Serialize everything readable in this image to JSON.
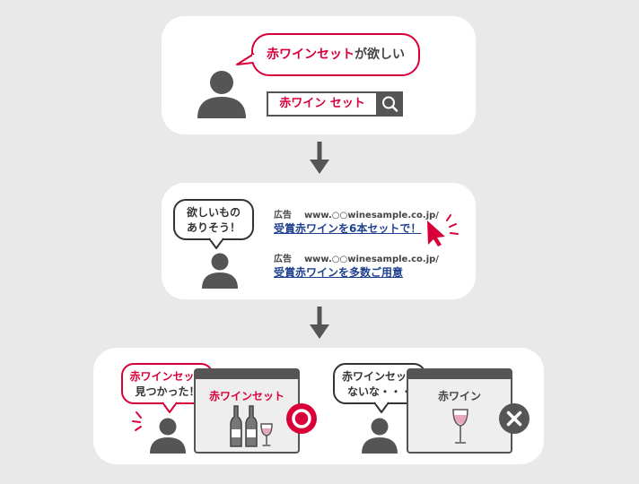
{
  "step1": {
    "bubble_highlight": "赤ワインセット",
    "bubble_rest": "が欲しい",
    "search_query": "赤ワイン セット",
    "search_icon": "search-icon"
  },
  "step2": {
    "bubble_line1": "欲しいもの",
    "bubble_line2": "ありそう！",
    "ads": [
      {
        "label": "広告",
        "url": "www.○○winesample.co.jp/",
        "title": "受賞赤ワインを6本セットで！"
      },
      {
        "label": "広告",
        "url": "www.○○winesample.co.jp/",
        "title": "受賞赤ワインを多数ご用意"
      }
    ],
    "cursor_icon": "cursor-arrow-icon"
  },
  "step3": {
    "good": {
      "bubble_line1": "赤ワインセット",
      "bubble_line2": "見つかった！",
      "page_title": "赤ワインセット",
      "mark_icon": "circle-check-icon"
    },
    "bad": {
      "bubble_line1": "赤ワインセット",
      "bubble_line2": "ないな・・・",
      "page_title": "赤ワイン",
      "mark_icon": "cross-icon"
    }
  },
  "colors": {
    "accent": "#d9003a",
    "link": "#1f3f8f",
    "dark": "#555555",
    "panel": "#ffffff",
    "background": "#e9e9e9"
  }
}
